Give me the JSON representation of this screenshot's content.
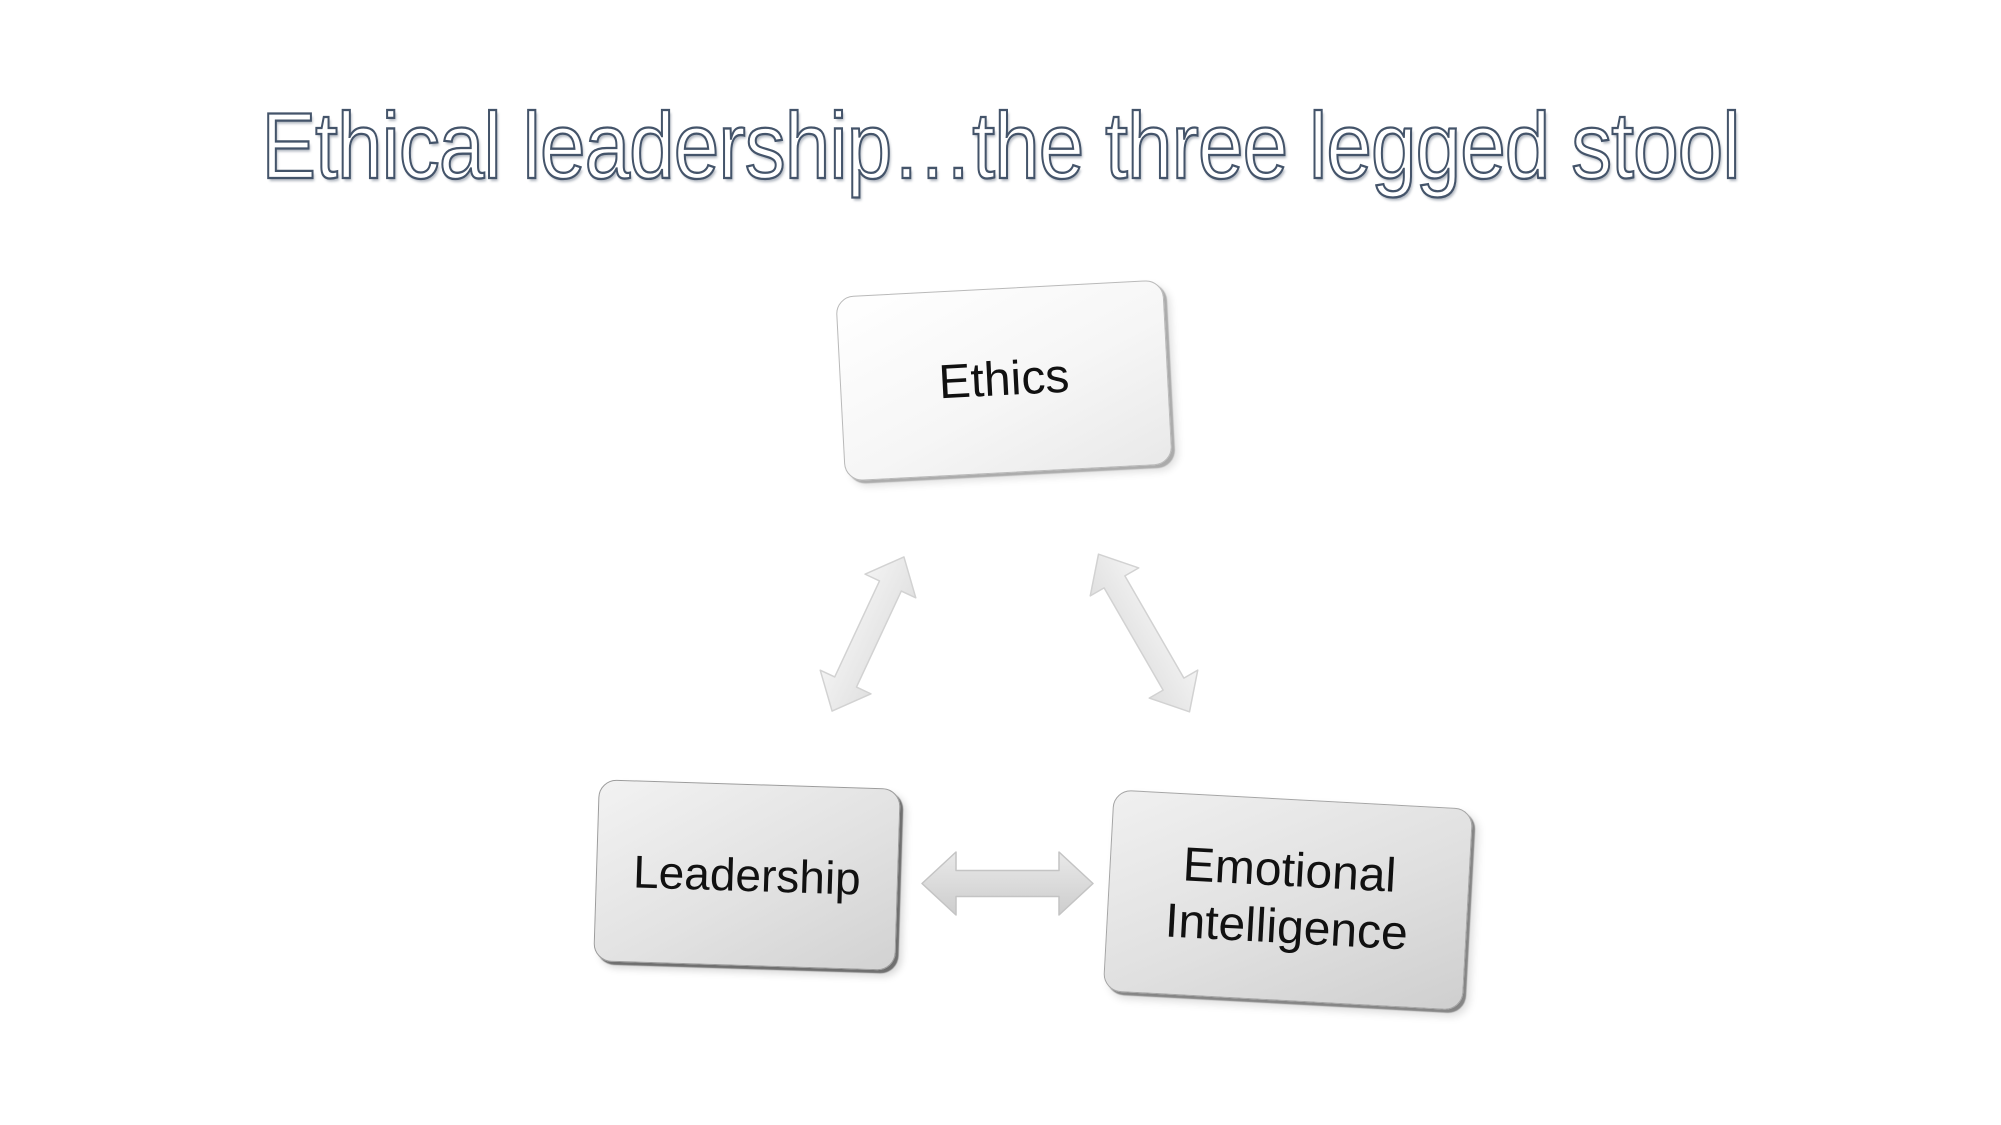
{
  "slide": {
    "title": "Ethical leadership…the three legged stool",
    "title_outline_color": "#44546A",
    "background_color": "#ffffff"
  },
  "diagram": {
    "nodes": [
      {
        "id": "ethics",
        "label": "Ethics"
      },
      {
        "id": "leadership",
        "label": "Leadership"
      },
      {
        "id": "emotional-intelligence",
        "label": "Emotional Intelligence"
      }
    ],
    "connectors": [
      {
        "id": "ethics-leadership",
        "type": "double-headed-arrow",
        "from": "Ethics",
        "to": "Leadership"
      },
      {
        "id": "ethics-emotional-intelligence",
        "type": "double-headed-arrow",
        "from": "Ethics",
        "to": "Emotional Intelligence"
      },
      {
        "id": "leadership-emotional-intelligence",
        "type": "double-headed-arrow",
        "from": "Leadership",
        "to": "Emotional Intelligence"
      }
    ],
    "colors": {
      "node_text": "#111111",
      "node_fill_light": "#f6f6f6",
      "node_fill_dark": "#d2d2d2",
      "arrow_fill_light": "#f0f0f0",
      "arrow_fill_dark": "#d4d4d4",
      "arrow_stroke": "#c9c9c9"
    }
  }
}
